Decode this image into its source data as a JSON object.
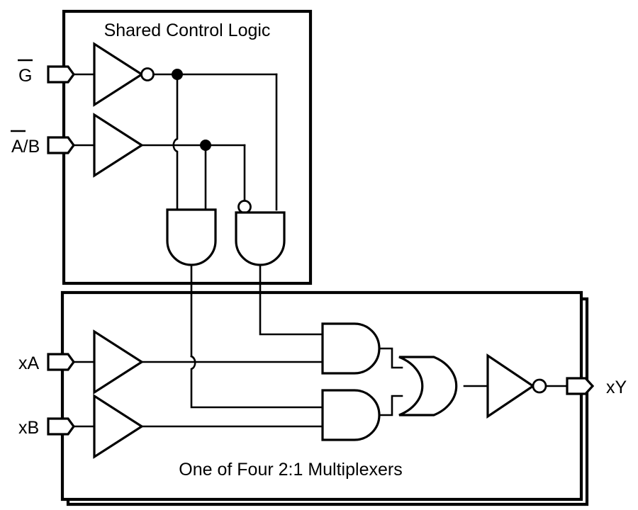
{
  "figure": {
    "kind": "logic-schematic",
    "line_color": "#000000",
    "background_color": "#ffffff"
  },
  "control_block": {
    "caption": "Shared Control Logic",
    "inputs": [
      {
        "name": "g-bar",
        "label": "G",
        "overbar": "G",
        "has_overbar": true
      },
      {
        "name": "a-b-bar",
        "label": "A/B",
        "overbar": "A",
        "has_overbar": true,
        "remainder": "/B"
      }
    ],
    "gates": [
      {
        "name": "inverter-g",
        "type": "inverter",
        "inverted_output": true
      },
      {
        "name": "buffer-ab",
        "type": "buffer",
        "inverted_output": false
      },
      {
        "name": "and-gate-select-b",
        "type": "and",
        "orientation": "vertical",
        "inputs": 2,
        "bubbled_inputs": []
      },
      {
        "name": "and-gate-select-a",
        "type": "and",
        "orientation": "vertical",
        "inputs": 2,
        "bubbled_inputs": [
          "left"
        ]
      }
    ]
  },
  "mux_block": {
    "caption": "One of Four 2:1 Multiplexers",
    "stacked": true,
    "inputs": [
      {
        "name": "xa",
        "label": "xA"
      },
      {
        "name": "xb",
        "label": "xB"
      }
    ],
    "outputs": [
      {
        "name": "xy",
        "label": "xY"
      }
    ],
    "gates": [
      {
        "name": "buffer-xa",
        "type": "buffer",
        "inverted_output": false
      },
      {
        "name": "buffer-xb",
        "type": "buffer",
        "inverted_output": false
      },
      {
        "name": "and-gate-a-path",
        "type": "and",
        "orientation": "horizontal",
        "inputs": 2
      },
      {
        "name": "and-gate-b-path",
        "type": "and",
        "orientation": "horizontal",
        "inputs": 2
      },
      {
        "name": "or-gate-merge",
        "type": "or",
        "orientation": "horizontal",
        "inputs": 2
      },
      {
        "name": "inverter-output",
        "type": "inverter",
        "inverted_output": true
      }
    ]
  },
  "annotations": {
    "junction_dots": 2,
    "wire_hops": 2
  }
}
